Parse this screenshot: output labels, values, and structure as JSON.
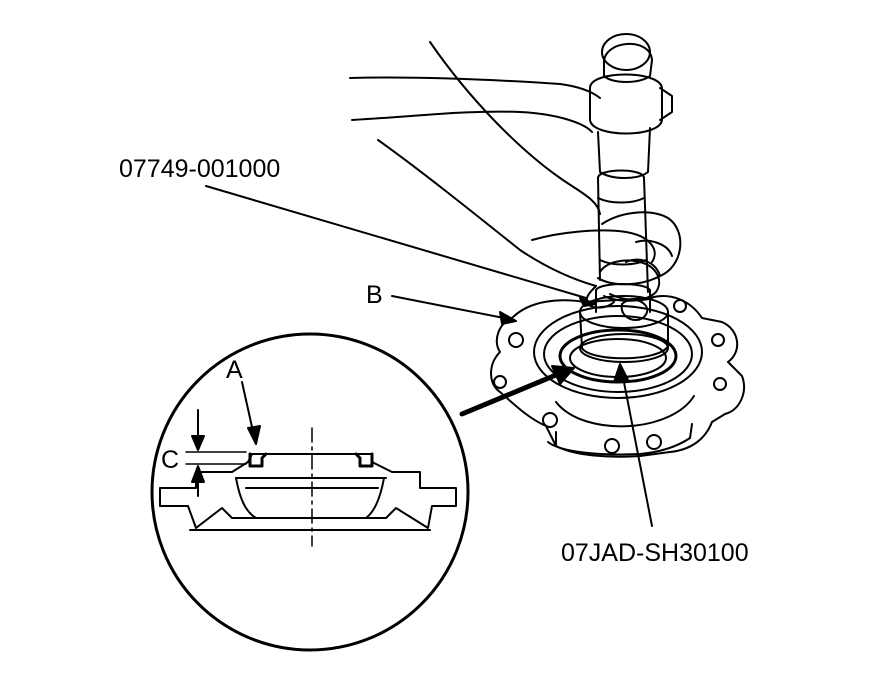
{
  "labels": {
    "tool_1": "07749-001000",
    "tool_2": "07JAD-SH30100",
    "a": "A",
    "b": "B",
    "c": "C"
  },
  "colors": {
    "line": "#000000",
    "background": "#ffffff"
  }
}
